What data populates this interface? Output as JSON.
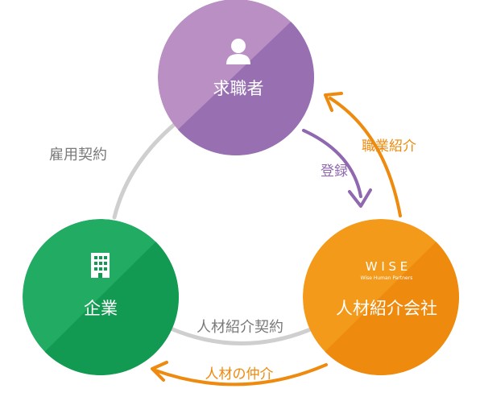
{
  "nodes": {
    "job_seeker": {
      "label": "求職者",
      "icon": "person-icon",
      "color_light": "#b98fc4",
      "color_dark": "#9870b2"
    },
    "company": {
      "label": "企業",
      "icon": "building-icon",
      "color_light": "#22ab62",
      "color_dark": "#139a52"
    },
    "agency": {
      "label": "人材紹介会社",
      "icon": "wise-logo",
      "logo_text": "W I S E",
      "logo_subtext": "Wise Human Partners",
      "color_light": "#f49a1a",
      "color_dark": "#ee8a0e"
    }
  },
  "edges": {
    "employment_contract": {
      "label": "雇用契約",
      "color": "#7a7a7a"
    },
    "referral_contract": {
      "label": "人材紹介契約",
      "color": "#7a7a7a"
    },
    "registration": {
      "label": "登録",
      "color": "#8f68b0"
    },
    "job_referral": {
      "label": "職業紹介",
      "color": "#ee8a0e"
    },
    "mediation": {
      "label": "人材の仲介",
      "color": "#ee8a0e"
    }
  },
  "colors": {
    "connector": "#cfcfcf",
    "white": "#ffffff"
  }
}
